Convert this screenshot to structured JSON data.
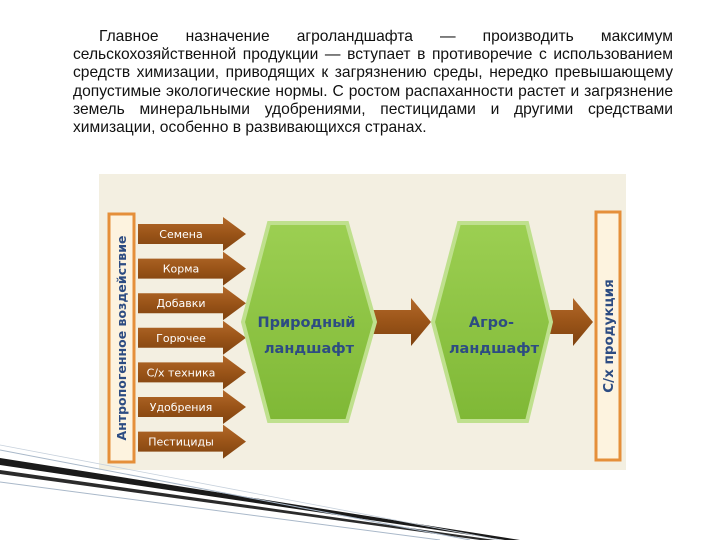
{
  "slide": {
    "paragraph": "Главное назначение агроландшафта — производить максимум сельскохозяйственной продукции — вступает в противоречие с использованием средств химизации, приводящих к загрязнению среды, нередко превышающему допустимые экологические нормы. С ростом распаханности растет и загрязнение земель минеральными удобрениями, пестицидами и другими средствами химизации, особенно в развивающихся странах."
  },
  "diagram": {
    "left_box_label": "Антропогенное воздействие",
    "input_arrows": [
      "Семена",
      "Корма",
      "Добавки",
      "Горючее",
      "С/х техника",
      "Удобрения",
      "Пестициды"
    ],
    "hexagon_natural": [
      "Природный",
      "ландшафт"
    ],
    "hexagon_agro": [
      "Агро-",
      "ландшафт"
    ],
    "right_box_label": "С/х продукция",
    "colors": {
      "background": "#f3efe1",
      "box_fill": "#fdf3df",
      "box_border": "#e58f3a",
      "box_text": "#2d4c82",
      "arrow_fill": "#9a5418",
      "arrow_text": "#ffffff",
      "hex_fill": "#8cc43f",
      "hex_border": "#bfe08e",
      "hex_text": "#2d4c82"
    }
  }
}
